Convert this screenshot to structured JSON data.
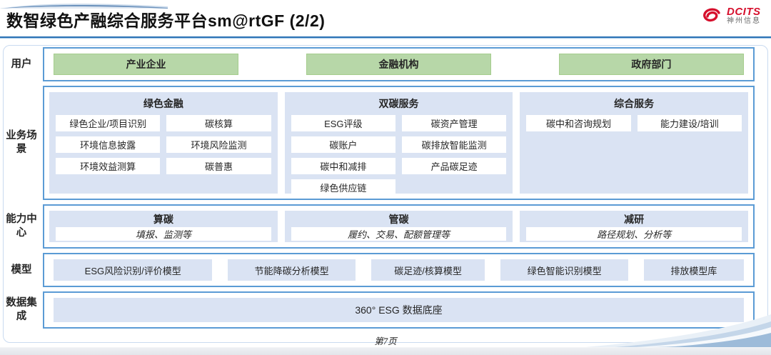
{
  "header": {
    "title": "数智绿色产融综合服务平台sm@rtGF (2/2)",
    "logo": {
      "brand": "DCITS",
      "subtitle": "神州信息"
    }
  },
  "diagram": {
    "users": {
      "label": "用户",
      "items": [
        "产业企业",
        "金融机构",
        "政府部门"
      ]
    },
    "scenarios": {
      "label": "业务场景",
      "columns": [
        {
          "title": "绿色金融",
          "items": [
            "绿色企业/项目识别",
            "碳核算",
            "环境信息披露",
            "环境风险监测",
            "环境效益测算",
            "碳普惠"
          ]
        },
        {
          "title": "双碳服务",
          "items": [
            "ESG评级",
            "碳资产管理",
            "碳账户",
            "碳排放智能监测",
            "碳中和减排",
            "产品碳足迹",
            "绿色供应链"
          ]
        },
        {
          "title": "综合服务",
          "items": [
            "碳中和咨询规划",
            "能力建设/培训"
          ]
        }
      ]
    },
    "capabilities": {
      "label": "能力中心",
      "cells": [
        {
          "title": "算碳",
          "desc": "填报、监测等"
        },
        {
          "title": "管碳",
          "desc": "履约、交易、配额管理等"
        },
        {
          "title": "减研",
          "desc": "路径规划、分析等"
        }
      ]
    },
    "models": {
      "label": "模型",
      "items": [
        "ESG风险识别/评价模型",
        "节能降碳分析模型",
        "碳足迹/核算模型",
        "绿色智能识别模型",
        "排放模型库"
      ]
    },
    "data_integration": {
      "label": "数据集成",
      "item": "360° ESG 数据底座"
    }
  },
  "footer": {
    "page_number": "第7页"
  },
  "colors": {
    "row_border": "#5b9bd5",
    "panel_fill": "#dae3f3",
    "user_fill": "#b7d7a8",
    "title_underline": "#2e74b5",
    "logo_red": "#d6102d"
  }
}
